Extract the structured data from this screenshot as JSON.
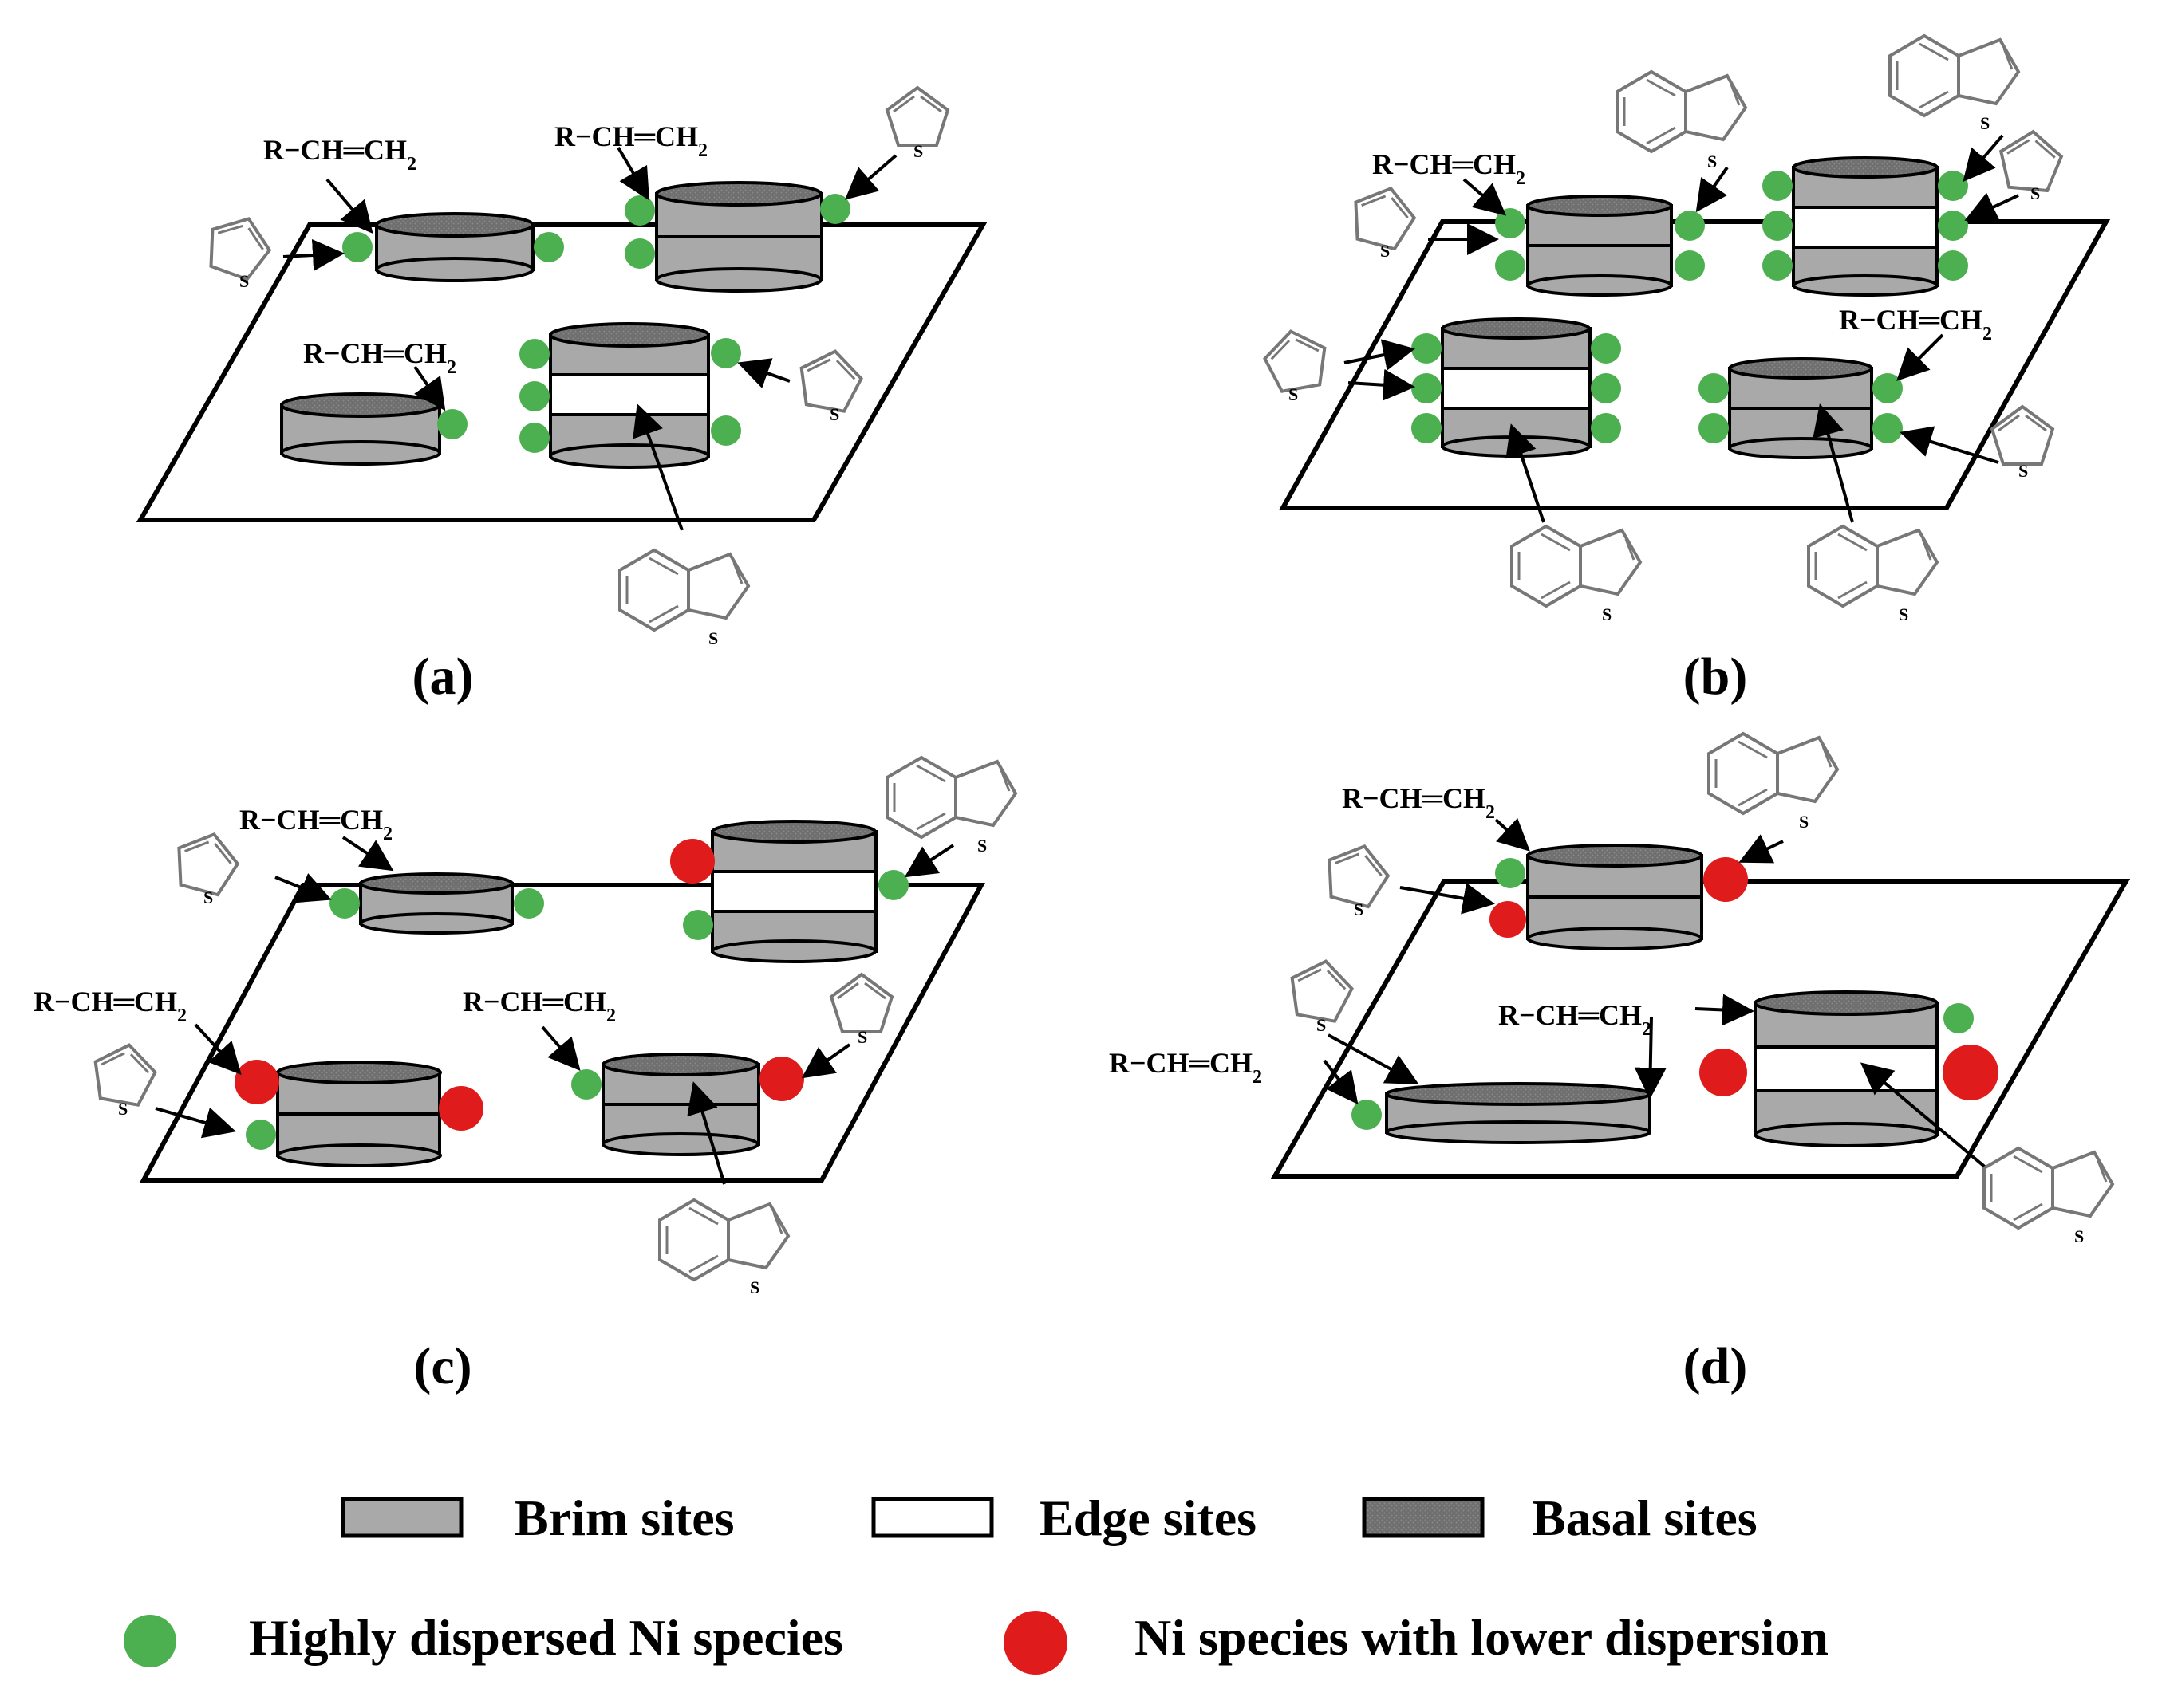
{
  "panels": [
    {
      "id": "a",
      "label": "(a)"
    },
    {
      "id": "b",
      "label": "(b)"
    },
    {
      "id": "c",
      "label": "(c)"
    },
    {
      "id": "d",
      "label": "(d)"
    }
  ],
  "molecules": {
    "olefin": "R−CH═CH",
    "olefin_subscript": "2",
    "sulfur": "S"
  },
  "legend": {
    "brim": "Brim sites",
    "edge": "Edge sites",
    "basal": "Basal sites",
    "high_dispersion": "Highly dispersed Ni species",
    "low_dispersion": "Ni species with lower dispersion"
  },
  "colors": {
    "brim": "#a9a9a9",
    "edge": "#ffffff",
    "basal": "#6f6f6f",
    "high_dispersion_ni": "#4caf50",
    "low_dispersion_ni": "#e01b1b",
    "line": "#000000"
  }
}
